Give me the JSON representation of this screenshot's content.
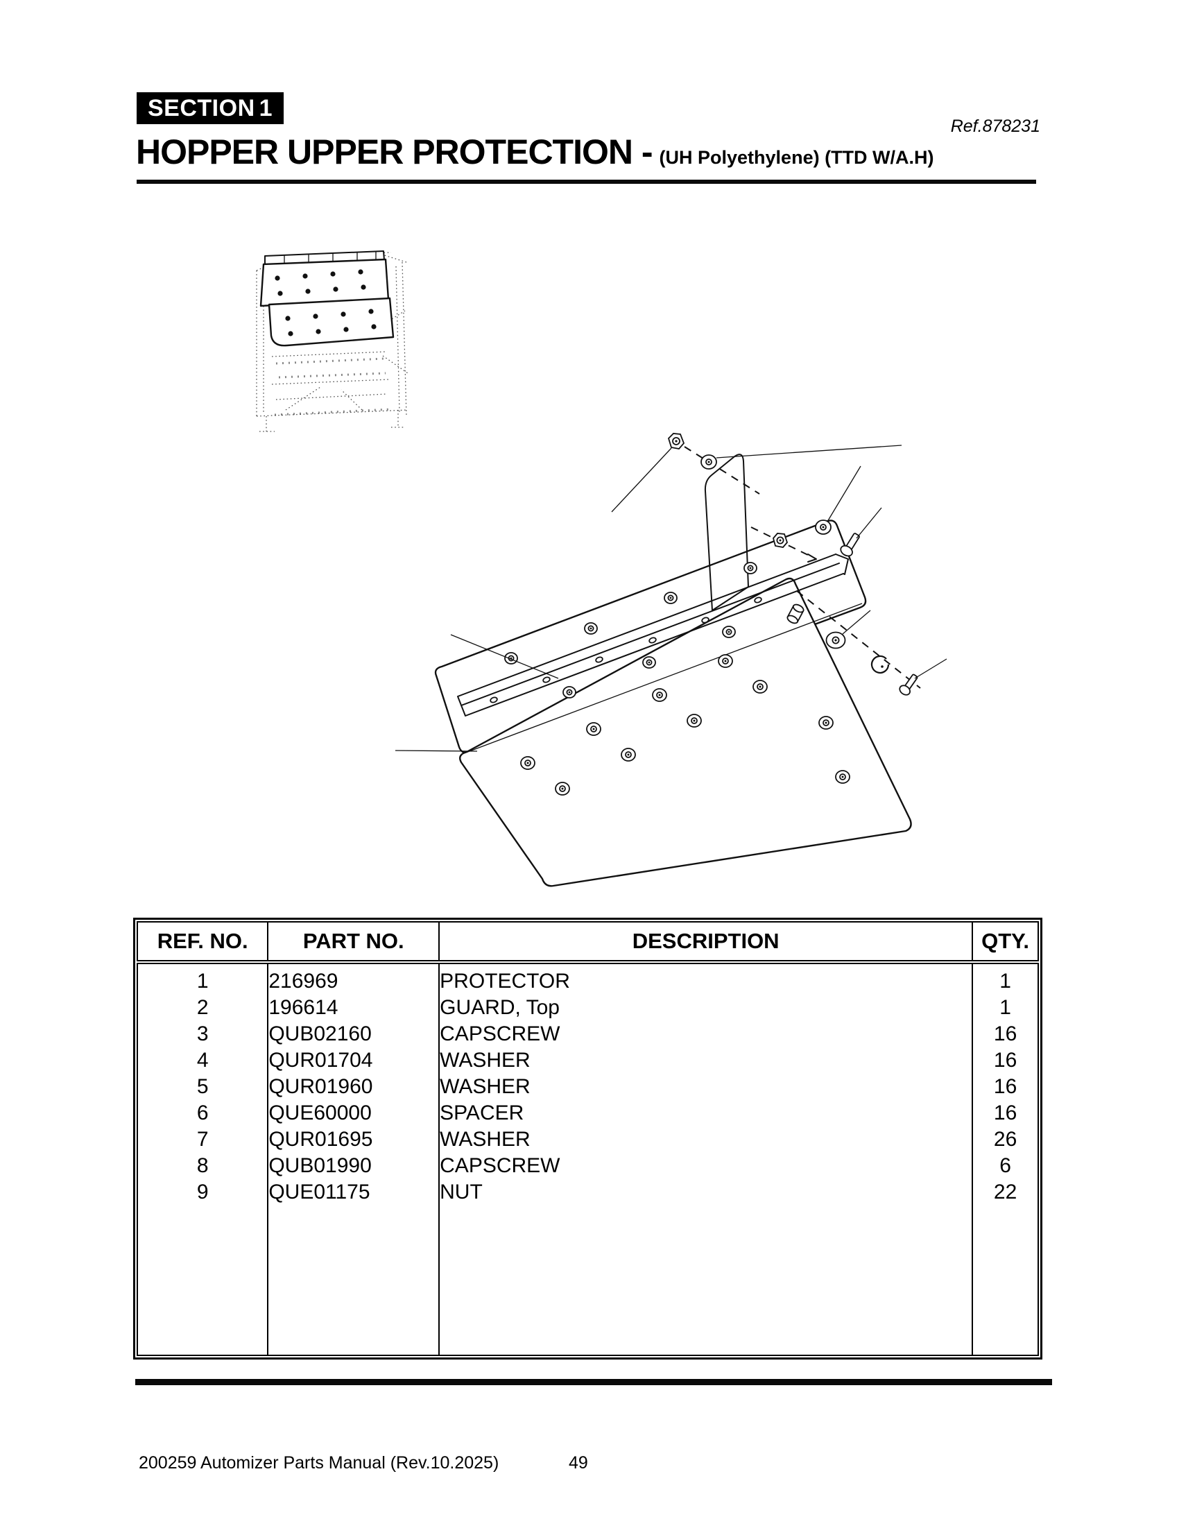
{
  "header": {
    "section_label": "SECTION",
    "section_number": "1",
    "ref": "Ref.878231",
    "title": "HOPPER UPPER PROTECTION -",
    "title_suffix": "(UH Polyethylene)  (TTD W/A.H)"
  },
  "figure": {
    "inset_icon": "machine-location-sketch",
    "main_icon": "exploded-parts-diagram"
  },
  "parts_table": {
    "headers": [
      "REF. NO.",
      "PART NO.",
      "DESCRIPTION",
      "QTY."
    ],
    "rows": [
      {
        "ref_no": "1",
        "part_no": "216969",
        "description": "PROTECTOR",
        "qty": "1"
      },
      {
        "ref_no": "2",
        "part_no": "196614",
        "description": "GUARD, Top",
        "qty": "1"
      },
      {
        "ref_no": "3",
        "part_no": "QUB02160",
        "description": "CAPSCREW",
        "qty": "16"
      },
      {
        "ref_no": "4",
        "part_no": "QUR01704",
        "description": "WASHER",
        "qty": "16"
      },
      {
        "ref_no": "5",
        "part_no": "QUR01960",
        "description": "WASHER",
        "qty": "16"
      },
      {
        "ref_no": "6",
        "part_no": "QUE60000",
        "description": "SPACER",
        "qty": "16"
      },
      {
        "ref_no": "7",
        "part_no": "QUR01695",
        "description": "WASHER",
        "qty": "26"
      },
      {
        "ref_no": "8",
        "part_no": "QUB01990",
        "description": "CAPSCREW",
        "qty": "6"
      },
      {
        "ref_no": "9",
        "part_no": "QUE01175",
        "description": "NUT",
        "qty": "22"
      }
    ]
  },
  "footer": {
    "left_text": "200259 Automizer Parts Manual (Rev.10.2025)",
    "page_number": "49"
  }
}
